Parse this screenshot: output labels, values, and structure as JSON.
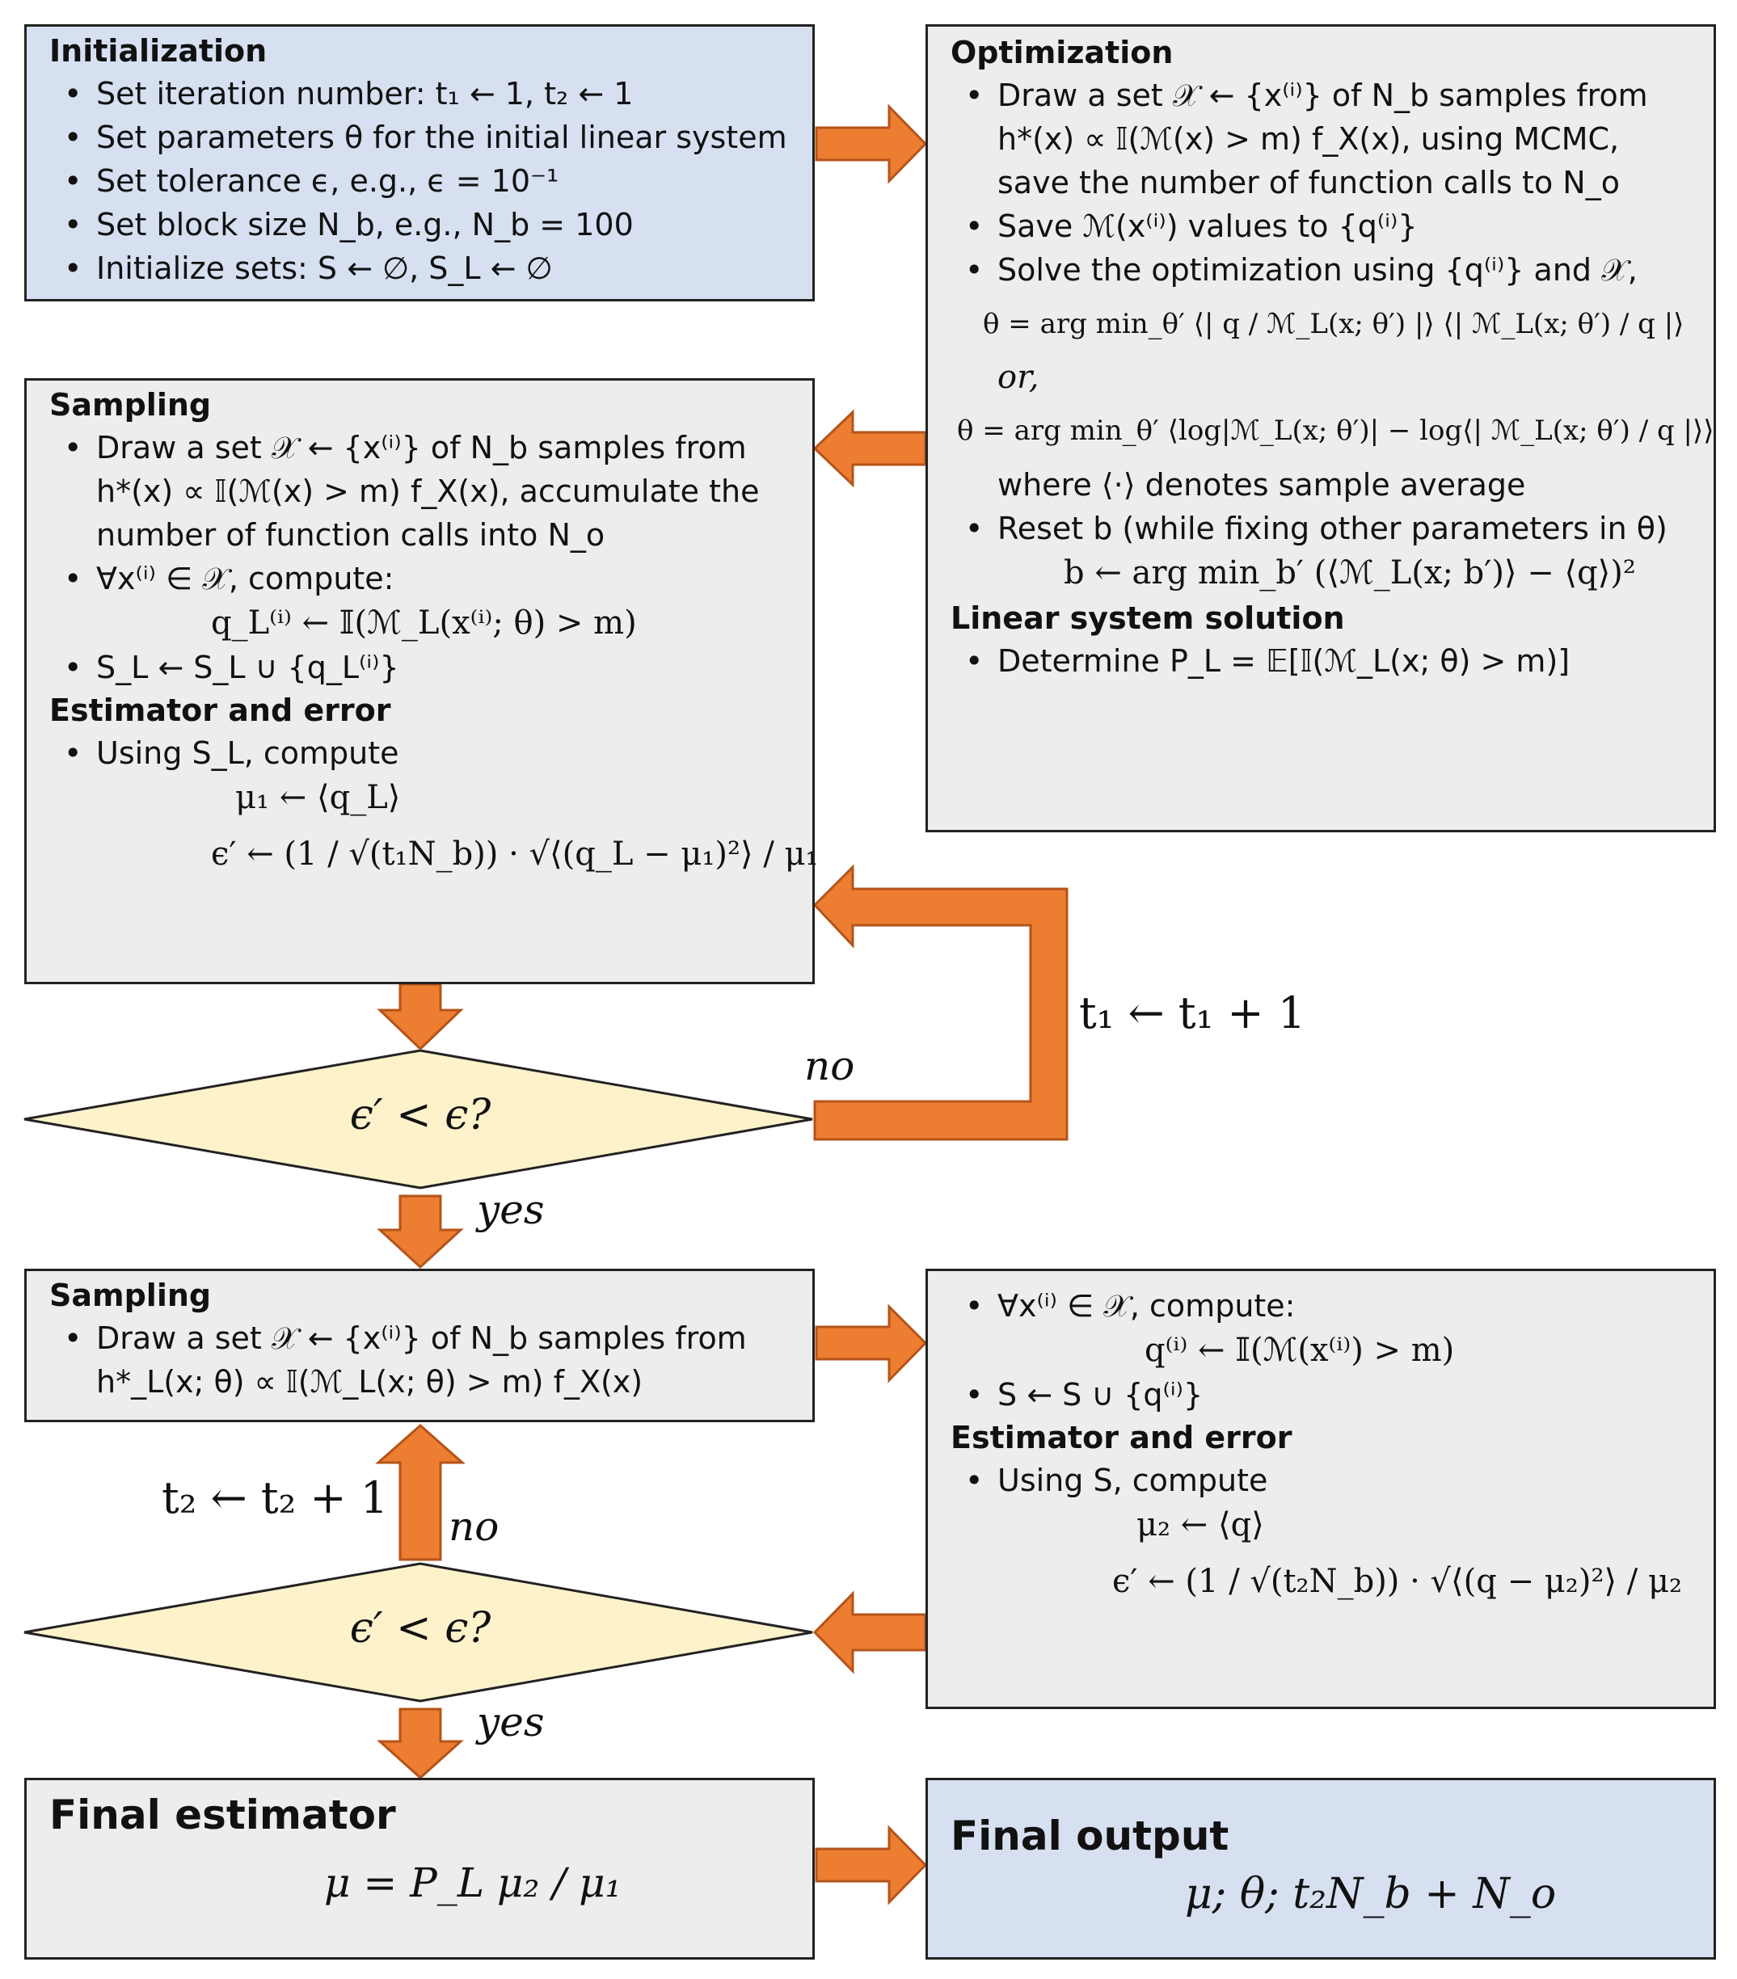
{
  "colors": {
    "arrow": "#ed7d31",
    "arrow_stroke": "#b4541a",
    "blue_box": "#d6e0f1",
    "gray_box": "#ededed",
    "diamond": "#fef2cb"
  },
  "init": {
    "title": "Initialization",
    "items": [
      "Set iteration number: t₁ ← 1, t₂ ← 1",
      "Set parameters θ for the initial linear system",
      "Set tolerance ϵ, e.g., ϵ = 10⁻¹",
      "Set block size N_b, e.g., N_b = 100",
      "Initialize sets: S ← ∅, S_L ← ∅"
    ]
  },
  "optimization": {
    "title": "Optimization",
    "item1": [
      "Draw a set 𝒳 ← {x⁽ⁱ⁾} of N_b samples from",
      "h*(x) ∝ 𝕀(ℳ(x) > m) f_X(x), using MCMC,",
      "save the number of function calls to N_o"
    ],
    "item2": "Save ℳ(x⁽ⁱ⁾) values to {q⁽ⁱ⁾}",
    "item3": "Solve the optimization using {q⁽ⁱ⁾} and 𝒳,",
    "eq1": "θ = arg min_θ′ ⟨| q / ℳ_L(x; θ′) |⟩ ⟨| ℳ_L(x; θ′) / q |⟩",
    "or": "or,",
    "eq2": "θ = arg min_θ′ ⟨log|ℳ_L(x; θ′)| − log⟨| ℳ_L(x; θ′) / q |⟩⟩",
    "where": "where ⟨·⟩ denotes sample average",
    "item4": "Reset b (while fixing other parameters in θ)",
    "eq3": "b ← arg min_b′ (⟨ℳ_L(x; b′)⟩ − ⟨q⟩)²",
    "linear_title": "Linear system solution",
    "linear_item": "Determine P_L = 𝔼[𝕀(ℳ_L(x; θ) > m)]"
  },
  "sampling1": {
    "title": "Sampling",
    "item1": [
      "Draw a set 𝒳 ← {x⁽ⁱ⁾} of N_b samples from",
      "h*(x) ∝ 𝕀(ℳ(x) > m) f_X(x), accumulate the",
      "number of function calls into N_o"
    ],
    "item2": "∀x⁽ⁱ⁾ ∈ 𝒳, compute:",
    "eq1": "q_L⁽ⁱ⁾ ← 𝕀(ℳ_L(x⁽ⁱ⁾; θ) > m)",
    "item3": "S_L ← S_L ∪ {q_L⁽ⁱ⁾}",
    "est_title": "Estimator and error",
    "item4": "Using S_L, compute",
    "eq2": "μ₁ ← ⟨q_L⟩",
    "eq3": "ϵ′ ← (1 / √(t₁N_b)) · √⟨(q_L − μ₁)²⟩ / μ₁"
  },
  "decision1": {
    "text": "ϵ′ < ϵ?",
    "no": "no",
    "yes": "yes",
    "loop": "t₁ ← t₁ + 1"
  },
  "sampling2": {
    "title": "Sampling",
    "item1": [
      "Draw a set 𝒳 ← {x⁽ⁱ⁾} of N_b samples from",
      "h*_L(x; θ) ∝ 𝕀(ℳ_L(x; θ) > m) f_X(x)"
    ]
  },
  "compute2": {
    "item1": "∀x⁽ⁱ⁾ ∈ 𝒳, compute:",
    "eq1": "q⁽ⁱ⁾ ← 𝕀(ℳ(x⁽ⁱ⁾) > m)",
    "item2": "S ← S ∪ {q⁽ⁱ⁾}",
    "est_title": "Estimator and error",
    "item3": "Using S, compute",
    "eq2": "μ₂ ← ⟨q⟩",
    "eq3": "ϵ′ ← (1 / √(t₂N_b)) · √⟨(q − μ₂)²⟩ / μ₂"
  },
  "decision2": {
    "text": "ϵ′ < ϵ?",
    "no": "no",
    "yes": "yes",
    "loop": "t₂ ← t₂ + 1"
  },
  "final_estimator": {
    "title": "Final estimator",
    "eq": "μ = P_L μ₂ / μ₁"
  },
  "final_output": {
    "title": "Final output",
    "eq": "μ; θ; t₂N_b + N_o"
  }
}
